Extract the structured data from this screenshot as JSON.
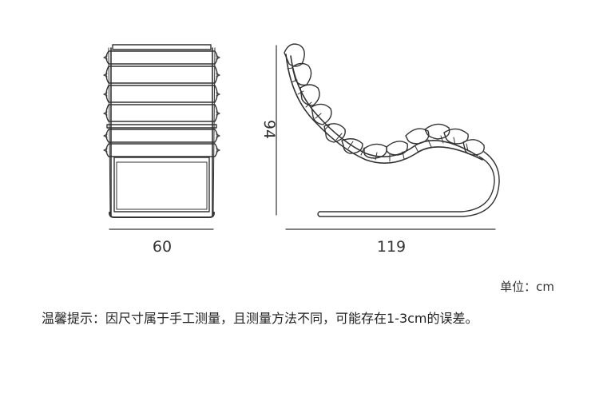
{
  "dimensions": {
    "width": "60",
    "length": "119",
    "height": "94"
  },
  "unit_label": "单位：cm",
  "note": "温馨提示：因尺寸属于手工测量，且测量方法不同，可能存在1-3cm的误差。"
}
